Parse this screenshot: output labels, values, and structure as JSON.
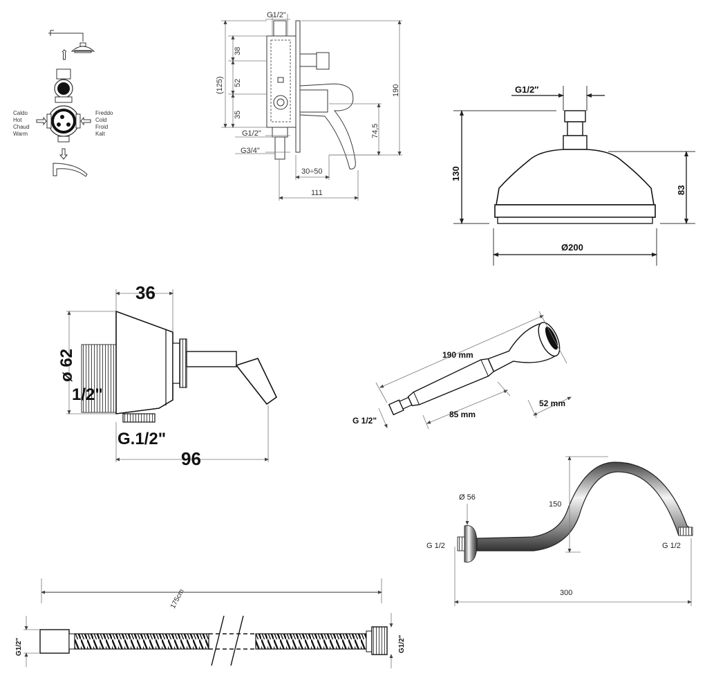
{
  "panel_valve_flow": {
    "hot_labels": [
      "Caldo",
      "Hot",
      "Chaud",
      "Warm"
    ],
    "cold_labels": [
      "Freddo",
      "Cold",
      "Froid",
      "Kalt"
    ]
  },
  "panel_mixer_dims": {
    "top_thread": "G1/2\"",
    "dim_38": "38",
    "dim_52": "52",
    "dim_35": "35",
    "dim_125": "(125)",
    "dim_190": "190",
    "dim_745": "74,5",
    "mid_thread": "G1/2\"",
    "low_thread": "G3/4\"",
    "dim_30_50": "30÷50",
    "dim_111": "111"
  },
  "panel_shower_head": {
    "thread": "G1/2″",
    "height": "130",
    "dome_height": "83",
    "diameter": "Ø200"
  },
  "panel_wall_outlet": {
    "depth": "36",
    "diameter": "ø 62",
    "thread_in": "1/2\"",
    "thread_out": "G.1/2\"",
    "length": "96"
  },
  "panel_hand_shower": {
    "length": "190 mm",
    "grip": "85 mm",
    "head": "52 mm",
    "thread": "G 1/2\""
  },
  "panel_arm": {
    "flange": "Ø 56",
    "thread_left": "G 1/2",
    "thread_right": "G 1/2",
    "height": "150",
    "length": "300"
  },
  "panel_hose": {
    "length": "175cm",
    "thread_left": "G1/2\"",
    "thread_right": "G1/2\""
  }
}
